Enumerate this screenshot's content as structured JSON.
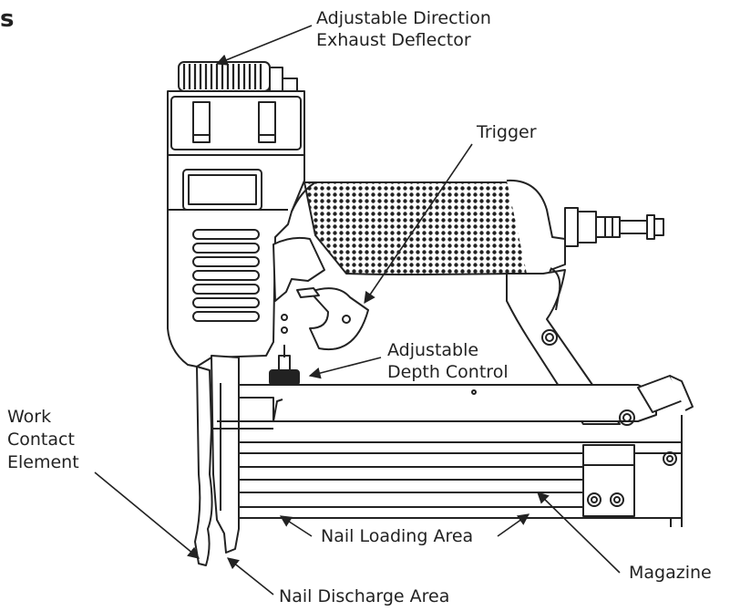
{
  "header_fragment": "s",
  "labels": {
    "exhaust_line1": "Adjustable Direction",
    "exhaust_line2": "Exhaust Deflector",
    "trigger": "Trigger",
    "depth_line1": "Adjustable",
    "depth_line2": "Depth Control",
    "work_line1": "Work",
    "work_line2": "Contact",
    "work_line3": "Element",
    "nail_loading": "Nail Loading Area",
    "magazine": "Magazine",
    "nail_discharge": "Nail Discharge Area"
  },
  "icons": [
    "nailer-illustration",
    "arrow-icon"
  ]
}
